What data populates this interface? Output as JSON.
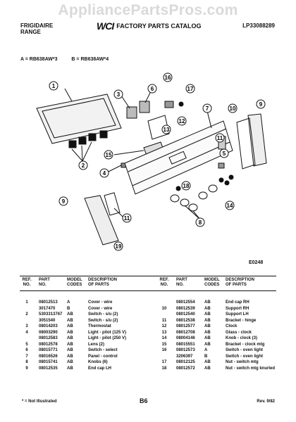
{
  "watermark": "AppliancePartsPros.com",
  "header": {
    "brand_line1": "FRIGIDAIRE",
    "brand_line2": "RANGE",
    "logo": "WCI",
    "catalog_title": "FACTORY PARTS CATALOG",
    "catalog_number": "LP33088289"
  },
  "models": {
    "a": "A = RB638AW*3",
    "b": "B = RB638AW*4"
  },
  "figure_code": "E0248",
  "callouts": [
    "1",
    "2",
    "3",
    "4",
    "5",
    "6",
    "7",
    "8",
    "9",
    "10",
    "11",
    "12",
    "13",
    "14",
    "15",
    "16",
    "17",
    "18",
    "19"
  ],
  "table": {
    "headers": {
      "ref": "REF.\nNO.",
      "part": "PART\nNO.",
      "model": "MODEL\nCODES",
      "desc": "DESCRIPTION\nOF PARTS"
    },
    "left": [
      {
        "ref": "1",
        "part": "08012513",
        "model": "A",
        "desc": "Cover - wire"
      },
      {
        "ref": "",
        "part": "3017470",
        "model": "B",
        "desc": "Cover - wire"
      },
      {
        "ref": "2",
        "part": "5303313767",
        "model": "AB",
        "desc": "Switch - s/u (2)"
      },
      {
        "ref": "",
        "part": "3051540",
        "model": "AB",
        "desc": "Switch - s/u (2)"
      },
      {
        "ref": "3",
        "part": "08014203",
        "model": "AB",
        "desc": "Thermostat"
      },
      {
        "ref": "4",
        "part": "08003290",
        "model": "AB",
        "desc": "Light - pilot (125 V)"
      },
      {
        "ref": "",
        "part": "08012583",
        "model": "AB",
        "desc": "Light - pilot (250 V)"
      },
      {
        "ref": "5",
        "part": "08012578",
        "model": "AB",
        "desc": "Lens (2)"
      },
      {
        "ref": "6",
        "part": "08015771",
        "model": "AB",
        "desc": "Switch - select"
      },
      {
        "ref": "7",
        "part": "08016526",
        "model": "AB",
        "desc": "Panel - control"
      },
      {
        "ref": "8",
        "part": "08015741",
        "model": "AB",
        "desc": "Knobs (6)"
      },
      {
        "ref": "9",
        "part": "08012535",
        "model": "AB",
        "desc": "End cap LH"
      }
    ],
    "right": [
      {
        "ref": "",
        "part": "08012554",
        "model": "AB",
        "desc": "End cap RH"
      },
      {
        "ref": "10",
        "part": "08012539",
        "model": "AB",
        "desc": "Support RH"
      },
      {
        "ref": "",
        "part": "08012540",
        "model": "AB",
        "desc": "Support LH"
      },
      {
        "ref": "11",
        "part": "08012538",
        "model": "AB",
        "desc": "Bracket - hinge"
      },
      {
        "ref": "12",
        "part": "08012577",
        "model": "AB",
        "desc": "Clock"
      },
      {
        "ref": "13",
        "part": "08012708",
        "model": "AB",
        "desc": "Glass - clock"
      },
      {
        "ref": "14",
        "part": "08004146",
        "model": "AB",
        "desc": "Knob - clock (3)"
      },
      {
        "ref": "15",
        "part": "08015551",
        "model": "AB",
        "desc": "Bracket - clock mtg"
      },
      {
        "ref": "16",
        "part": "08012573",
        "model": "A",
        "desc": "Switch - oven light"
      },
      {
        "ref": "",
        "part": "3206397",
        "model": "B",
        "desc": "Switch - oven light"
      },
      {
        "ref": "17",
        "part": "08012125",
        "model": "AB",
        "desc": "Nut - switch mtg"
      },
      {
        "ref": "18",
        "part": "08012572",
        "model": "AB",
        "desc": "Nut - switch mtg knurled"
      }
    ]
  },
  "footer": {
    "footnote": "* = Not Illustrated",
    "page": "B6",
    "revision": "Rev. 9/82"
  }
}
